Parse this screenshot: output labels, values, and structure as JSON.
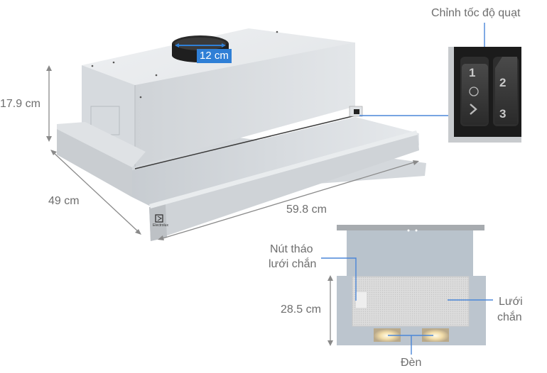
{
  "main_view": {
    "dimensions": {
      "height": "17.9 cm",
      "depth": "49 cm",
      "width": "59.8 cm",
      "duct_diameter": "12 cm"
    },
    "brand_mark": "Electrolux"
  },
  "control_inset": {
    "label": "Chỉnh tốc độ quạt",
    "buttons": [
      {
        "symbols": [
          "1",
          "○",
          "›"
        ]
      },
      {
        "symbols": [
          "2",
          "3"
        ]
      }
    ]
  },
  "front_view": {
    "height": "28.5 cm",
    "callouts": {
      "filter_release": "Nút tháo lưới chắn",
      "filter_release_line1": "Nút tháo",
      "filter_release_line2": "lưới chắn",
      "filter_line1": "Lưới",
      "filter_line2": "chắn",
      "lights": "Đèn"
    }
  },
  "colors": {
    "accent_blue": "#2f7fd6",
    "callout_line": "#4a86d8",
    "dimension_arrow": "#8a8a8a",
    "steel_light": "#d9dcdf",
    "steel_mid": "#c3c7cb",
    "panel_dark": "#2b2b2b"
  }
}
